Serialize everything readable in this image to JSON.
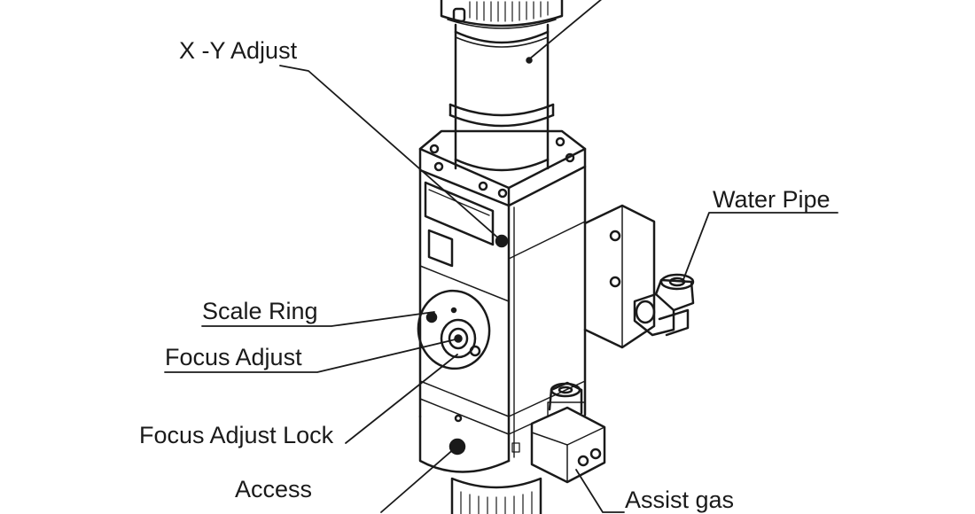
{
  "labels": {
    "xy_adjust": "X -Y Adjust",
    "water_pipe": "Water Pipe",
    "scale_ring": "Scale Ring",
    "focus_adjust": "Focus Adjust",
    "focus_adjust_lock": "Focus Adjust Lock",
    "access": "Access",
    "assist_gas": "Assist gas"
  },
  "colors": {
    "ink": "#1a1a1a",
    "background": "#ffffff"
  }
}
